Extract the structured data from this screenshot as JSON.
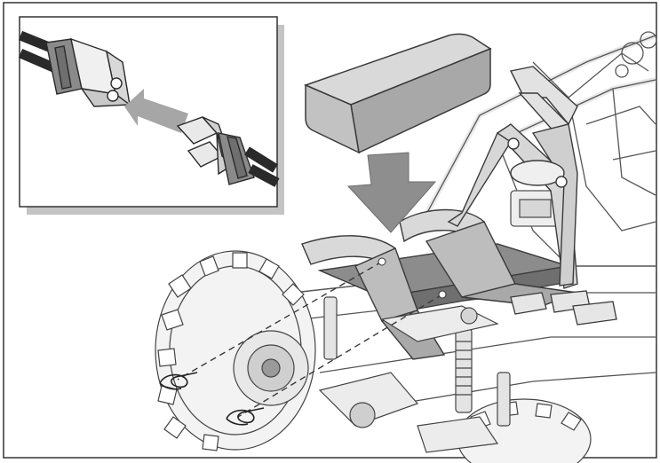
{
  "figure": {
    "subject": "battery-installation-illustration",
    "palette": {
      "outline": "#3a3a3a",
      "light_fill": "#e6e6e6",
      "mid_fill": "#c9c9c9",
      "dark_fill": "#6f6f6f",
      "arrow_fill": "#8a8a8a",
      "strap_fill": "#bdbdbd",
      "frame_border": "#333333",
      "shadow": "#b8b8b8"
    },
    "icons": [
      "battery-pack",
      "down-arrow",
      "connector-plug",
      "connector-socket",
      "insert-arrow",
      "strap",
      "body-clip",
      "battery-tray",
      "chassis-frame",
      "tire",
      "shock-absorber"
    ]
  }
}
